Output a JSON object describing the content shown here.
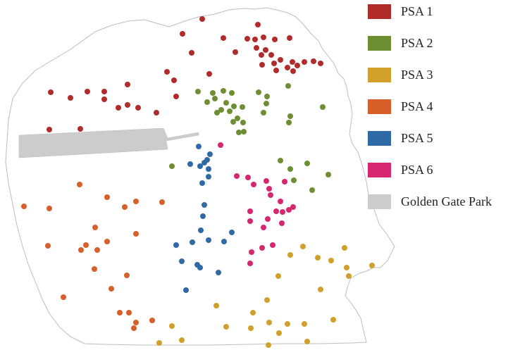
{
  "colors": {
    "background": "#ffffff",
    "outline": "#bdbdbd",
    "park": "#cccccc"
  },
  "legend": {
    "items": [
      {
        "label": "PSA 1",
        "color": "#b22b2b",
        "key": "psa1"
      },
      {
        "label": "PSA 2",
        "color": "#6e8e33",
        "key": "psa2"
      },
      {
        "label": "PSA 3",
        "color": "#d0a02b",
        "key": "psa3"
      },
      {
        "label": "PSA 4",
        "color": "#d65f2a",
        "key": "psa4"
      },
      {
        "label": "PSA 5",
        "color": "#2f6aa6",
        "key": "psa5"
      },
      {
        "label": "PSA 6",
        "color": "#d6266f",
        "key": "psa6"
      },
      {
        "label": "Golden Gate Park",
        "color": "#cccccc",
        "key": "park"
      }
    ]
  },
  "markers": {
    "psa1": [
      [
        287,
        27
      ],
      [
        366,
        35
      ],
      [
        259,
        48
      ],
      [
        317,
        54
      ],
      [
        351,
        55
      ],
      [
        362,
        56
      ],
      [
        374,
        53
      ],
      [
        390,
        56
      ],
      [
        411,
        54
      ],
      [
        364,
        68
      ],
      [
        377,
        71
      ],
      [
        371,
        78
      ],
      [
        385,
        78
      ],
      [
        398,
        85
      ],
      [
        389,
        90
      ],
      [
        415,
        88
      ],
      [
        422,
        93
      ],
      [
        432,
        88
      ],
      [
        445,
        87
      ],
      [
        455,
        90
      ],
      [
        372,
        92
      ],
      [
        392,
        100
      ],
      [
        408,
        96
      ],
      [
        416,
        101
      ],
      [
        272,
        75
      ],
      [
        334,
        74
      ],
      [
        237,
        102
      ],
      [
        297,
        105
      ],
      [
        247,
        114
      ],
      [
        181,
        120
      ],
      [
        250,
        137
      ],
      [
        72,
        131
      ],
      [
        100,
        139
      ],
      [
        124,
        130
      ],
      [
        148,
        130
      ],
      [
        148,
        141
      ],
      [
        168,
        153
      ],
      [
        181,
        149
      ],
      [
        196,
        153
      ],
      [
        222,
        160
      ],
      [
        70,
        184
      ],
      [
        114,
        183
      ]
    ],
    "psa2": [
      [
        281,
        130
      ],
      [
        302,
        132
      ],
      [
        317,
        129
      ],
      [
        329,
        132
      ],
      [
        367,
        131
      ],
      [
        379,
        137
      ],
      [
        409,
        122
      ],
      [
        294,
        145
      ],
      [
        305,
        140
      ],
      [
        321,
        146
      ],
      [
        308,
        160
      ],
      [
        314,
        156
      ],
      [
        326,
        158
      ],
      [
        332,
        151
      ],
      [
        344,
        152
      ],
      [
        378,
        147
      ],
      [
        374,
        160
      ],
      [
        331,
        173
      ],
      [
        337,
        168
      ],
      [
        345,
        174
      ],
      [
        339,
        188
      ],
      [
        346,
        187
      ],
      [
        458,
        152
      ],
      [
        412,
        165
      ],
      [
        410,
        174
      ],
      [
        398,
        228
      ],
      [
        412,
        240
      ],
      [
        436,
        232
      ],
      [
        466,
        248
      ],
      [
        417,
        256
      ],
      [
        443,
        270
      ],
      [
        244,
        236
      ]
    ],
    "psa3": [
      [
        430,
        350
      ],
      [
        451,
        366
      ],
      [
        470,
        370
      ],
      [
        489,
        352
      ],
      [
        412,
        362
      ],
      [
        492,
        380
      ],
      [
        495,
        392
      ],
      [
        528,
        377
      ],
      [
        455,
        411
      ],
      [
        395,
        392
      ],
      [
        379,
        426
      ],
      [
        307,
        434
      ],
      [
        359,
        444
      ],
      [
        356,
        466
      ],
      [
        382,
        458
      ],
      [
        396,
        473
      ],
      [
        408,
        460
      ],
      [
        432,
        460
      ],
      [
        473,
        454
      ],
      [
        244,
        463
      ],
      [
        321,
        464
      ],
      [
        258,
        483
      ],
      [
        226,
        487
      ],
      [
        381,
        490
      ],
      [
        436,
        485
      ]
    ],
    "psa4": [
      [
        113,
        262
      ],
      [
        34,
        293
      ],
      [
        70,
        296
      ],
      [
        152,
        280
      ],
      [
        177,
        294
      ],
      [
        193,
        286
      ],
      [
        230,
        287
      ],
      [
        135,
        323
      ],
      [
        193,
        332
      ],
      [
        152,
        343
      ],
      [
        68,
        349
      ],
      [
        122,
        348
      ],
      [
        138,
        355
      ],
      [
        115,
        355
      ],
      [
        134,
        382
      ],
      [
        180,
        391
      ],
      [
        158,
        410
      ],
      [
        90,
        422
      ],
      [
        170,
        444
      ],
      [
        183,
        444
      ],
      [
        193,
        458
      ],
      [
        190,
        466
      ],
      [
        216,
        455
      ]
    ],
    "psa5": [
      [
        282,
        208
      ],
      [
        298,
        219
      ],
      [
        294,
        227
      ],
      [
        290,
        231
      ],
      [
        270,
        233
      ],
      [
        284,
        236
      ],
      [
        296,
        240
      ],
      [
        287,
        260
      ],
      [
        296,
        251
      ],
      [
        290,
        291
      ],
      [
        288,
        307
      ],
      [
        285,
        327
      ],
      [
        329,
        330
      ],
      [
        273,
        344
      ],
      [
        296,
        341
      ],
      [
        318,
        343
      ],
      [
        250,
        348
      ],
      [
        258,
        371
      ],
      [
        280,
        376
      ],
      [
        284,
        380
      ],
      [
        310,
        387
      ],
      [
        264,
        412
      ]
    ],
    "psa6": [
      [
        313,
        206
      ],
      [
        336,
        250
      ],
      [
        352,
        252
      ],
      [
        360,
        262
      ],
      [
        378,
        257
      ],
      [
        382,
        268
      ],
      [
        404,
        258
      ],
      [
        384,
        277
      ],
      [
        398,
        286
      ],
      [
        401,
        301
      ],
      [
        416,
        294
      ],
      [
        410,
        298
      ],
      [
        355,
        300
      ],
      [
        355,
        314
      ],
      [
        380,
        311
      ],
      [
        392,
        300
      ],
      [
        400,
        317
      ],
      [
        374,
        323
      ],
      [
        387,
        348
      ],
      [
        372,
        352
      ],
      [
        357,
        358
      ],
      [
        355,
        374
      ]
    ]
  }
}
